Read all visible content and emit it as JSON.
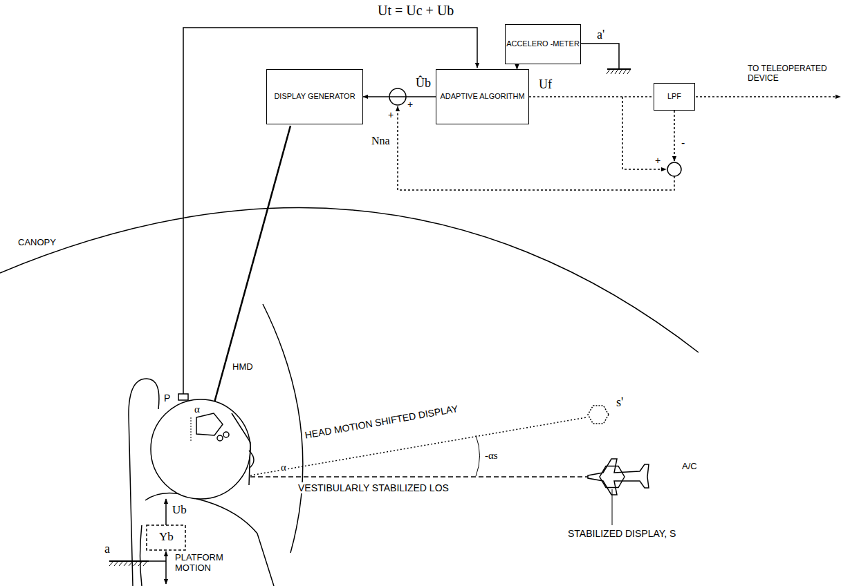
{
  "diagram": {
    "nodes": [
      {
        "text": [
          "ACCELERO -METER"
        ]
      },
      {
        "text": [
          "DISPLAY GENERATOR"
        ]
      },
      {
        "text": [
          "ADAPTIVE ALGORITHM"
        ]
      },
      {
        "text": [
          "LPF"
        ]
      }
    ],
    "edges": [
      {
        "from": 2,
        "to": 1,
        "arrow": "to"
      },
      {
        "from": 0,
        "to": 2,
        "arrow": "to"
      },
      {
        "from": 2,
        "to": 3,
        "arrow": "none"
      }
    ],
    "labels": [
      "Ut = Uc + Ub",
      "a'",
      "Ûb",
      "+",
      "+",
      "Uf",
      "TO TELEOPERATED DEVICE",
      "+",
      "-",
      "Nna",
      "CANOPY",
      "α",
      "P",
      "HEAD MOTION SHIFTED DISPLAY",
      "HMD",
      "s'",
      "α",
      "-αs",
      "A/C",
      "VESTIBULARLY STABILIZED LOS",
      "STABILIZED DISPLAY, S",
      "Ub",
      "Yb",
      "a",
      "PLATFORM MOTION"
    ]
  }
}
